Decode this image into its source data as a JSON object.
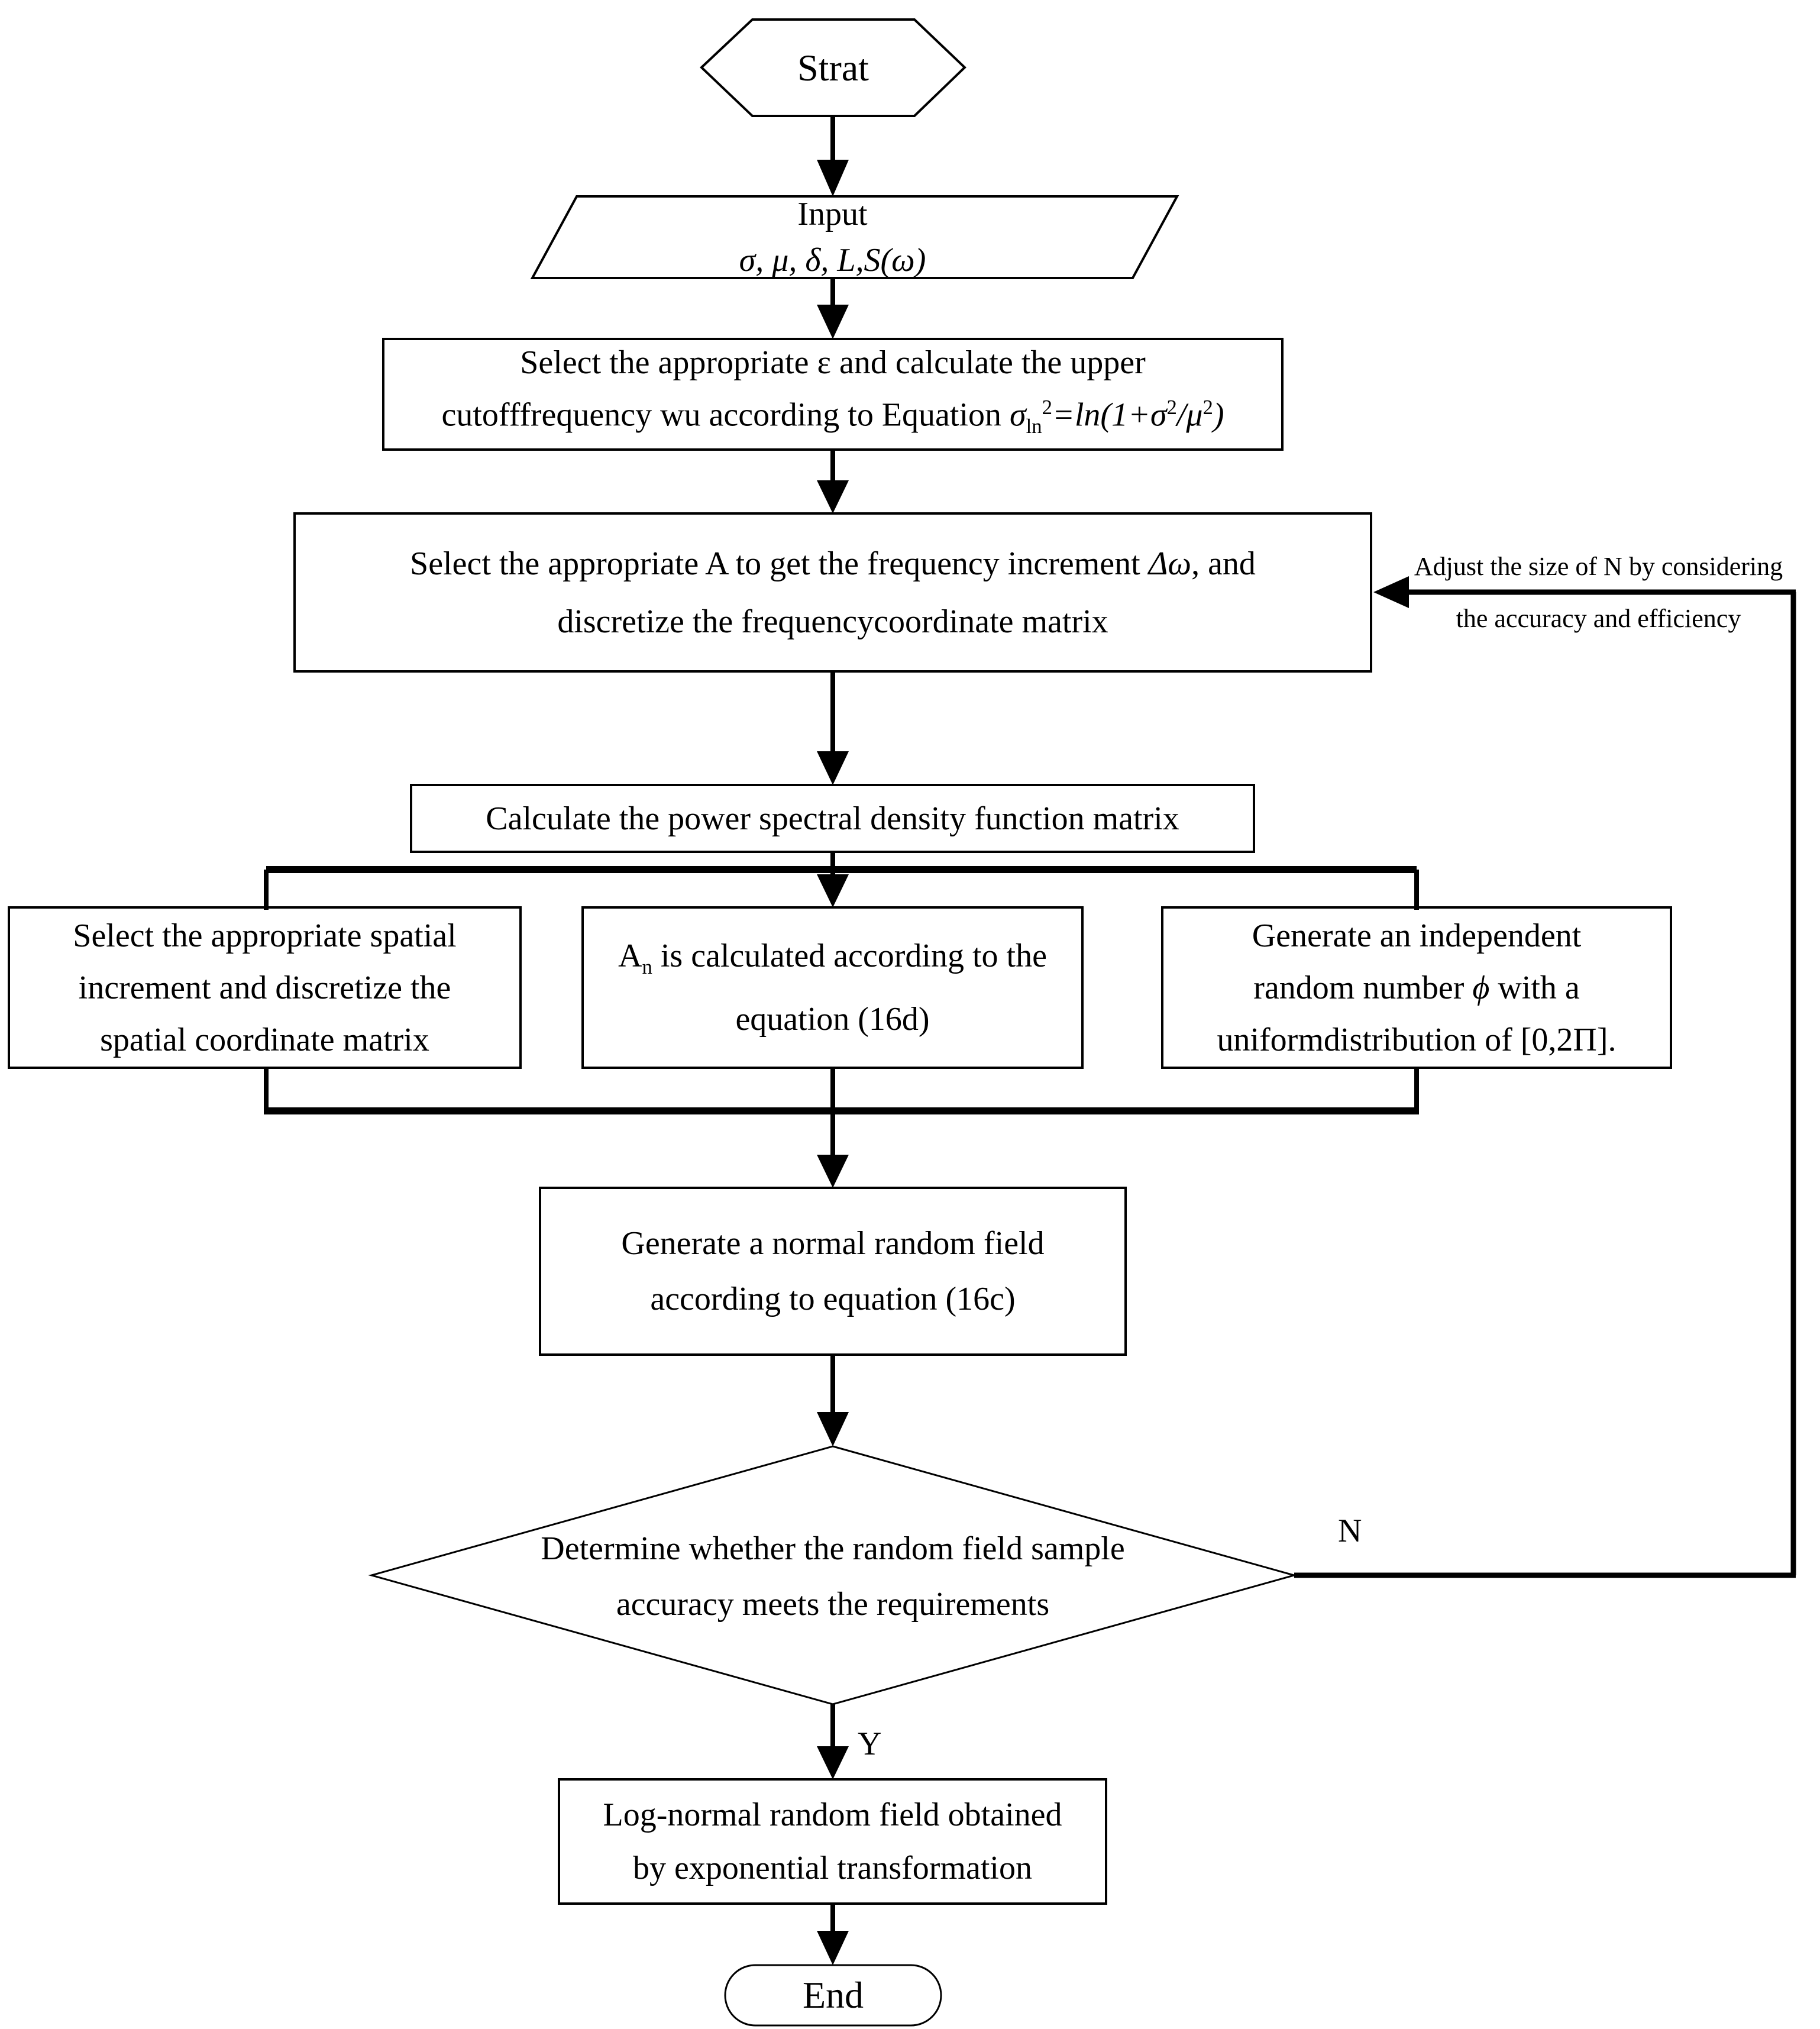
{
  "figure": {
    "type": "flowchart",
    "background": "#ffffff",
    "line_color": "#000000",
    "text_color": "#000000"
  },
  "nodes": {
    "start": {
      "label": "Strat",
      "shape": "hexagon"
    },
    "input": {
      "shape": "parallelogram",
      "line1": "Input",
      "line2": "σ, μ, δ, L,S(ω)"
    },
    "box1": {
      "shape": "process",
      "line1": "Select the appropriate ε and calculate the upper",
      "line2_pre": "cutofffrequency wu according to Equation ",
      "line2_sigma": "σ",
      "line2_sub": "ln",
      "line2_sup1": "2",
      "line2_mid": "=ln(1+σ",
      "line2_sup2": "2",
      "line2_slash": "/μ",
      "line2_sup3": "2",
      "line2_end": ")"
    },
    "box2": {
      "shape": "process",
      "line1_pre": "Select the appropriate A to get the frequency increment ",
      "line1_delta": "Δω",
      "line1_post": ", and",
      "line2": "discretize the frequencycoordinate matrix"
    },
    "adjust": {
      "line1": "Adjust the size of N by considering",
      "line2": "the accuracy and efficiency"
    },
    "psd": {
      "shape": "process",
      "label": "Calculate the power spectral density function matrix"
    },
    "spatial": {
      "shape": "process",
      "line1": "Select the appropriate spatial",
      "line2": "increment and discretize the",
      "line3": "spatial coordinate matrix"
    },
    "an": {
      "shape": "process",
      "line1_a": "A",
      "line1_sub": "n",
      "line1_rest": " is calculated according to the",
      "line2": "equation (16d)"
    },
    "random": {
      "shape": "process",
      "line1": "Generate an independent",
      "line2_pre": "random number ",
      "line2_phi": "ϕ",
      "line2_post": " with a",
      "line3": "uniformdistribution of [0,2Π]."
    },
    "normal": {
      "shape": "process",
      "line1": "Generate a normal random field",
      "line2": "according to equation (16c)"
    },
    "decision": {
      "shape": "diamond",
      "line1": "Determine whether the random field sample",
      "line2": "accuracy meets the requirements"
    },
    "lognormal": {
      "shape": "process",
      "line1": "Log-normal random field obtained",
      "line2": "by exponential transformation"
    },
    "end": {
      "label": "End",
      "shape": "terminator"
    }
  },
  "branch_labels": {
    "no": "N",
    "yes": "Y"
  }
}
